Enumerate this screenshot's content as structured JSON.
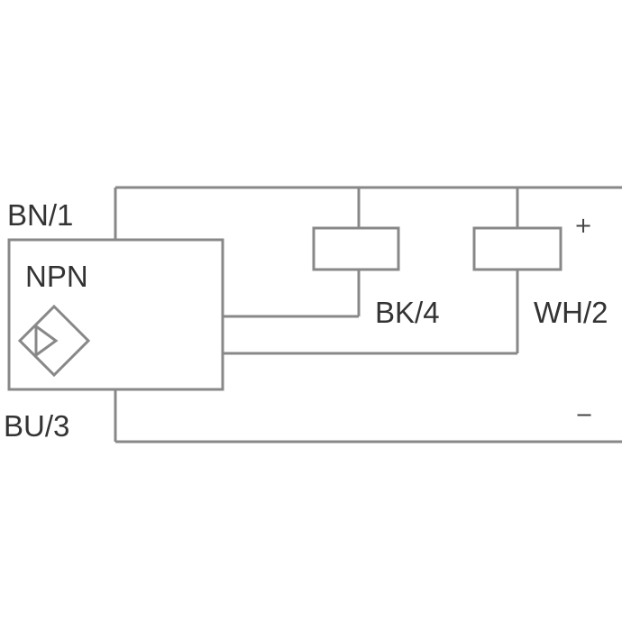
{
  "diagram": {
    "sensor": {
      "type_label": "NPN",
      "symbol_icon": "inductive-sensor-icon"
    },
    "terminals": {
      "brown": "BN/1",
      "blue": "BU/3",
      "black": "BK/4",
      "white": "WH/2"
    },
    "supply": {
      "positive": "+",
      "negative": "−"
    },
    "loads": [
      "load-1",
      "load-2"
    ],
    "colors": {
      "line": "#888888",
      "text": "#333333"
    }
  }
}
